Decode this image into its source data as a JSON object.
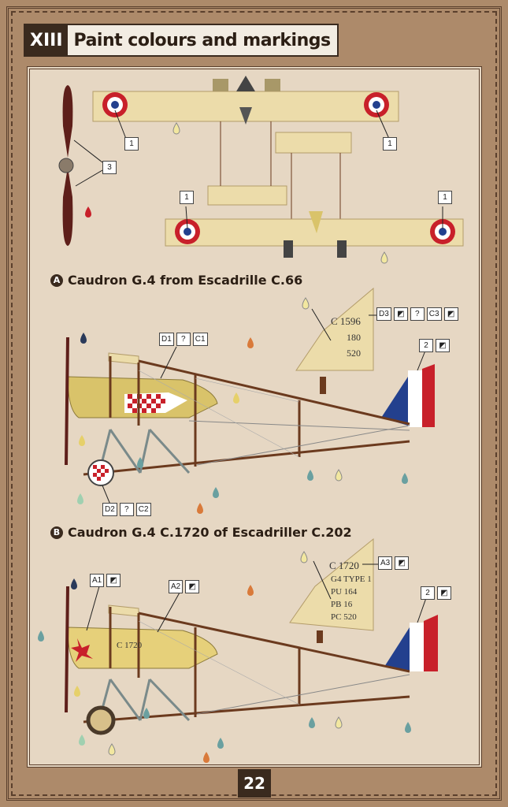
{
  "header": {
    "section": "XIII",
    "title": "Paint colours and markings"
  },
  "profile_a": {
    "badge": "A",
    "title": "Caudron G.4 from Escadrille C.66",
    "tail_text": [
      "C 1596",
      "180",
      "520"
    ]
  },
  "profile_b": {
    "badge": "B",
    "title": "Caudron G.4 C.1720 of Escadriller C.202",
    "tail_text": [
      "C 1720",
      "G4 TYPE 1",
      "PU 164",
      "PB 16",
      "PC 520"
    ],
    "fuselage_text": "C 1720"
  },
  "callouts": {
    "top_1a": "1",
    "top_1b": "1",
    "top_1c": "1",
    "top_1d": "1",
    "top_3": "3",
    "a_d3": "D3",
    "a_c3": "C3",
    "a_d1": "D1",
    "a_c1": "C1",
    "a_2": "2",
    "a_d2": "D2",
    "a_c2": "C2",
    "b_a1": "A1",
    "b_a2": "A2",
    "b_a3": "A3",
    "b_2": "2"
  },
  "page_number": "22",
  "colors": {
    "background": "#ad8a6a",
    "panel": "#e6d7c3",
    "wing": "#ecdcaa",
    "fuselage_yellow": "#d9c36a",
    "roundel_red": "#c8202a",
    "roundel_blue": "#23408e",
    "brown": "#6b3a1e"
  }
}
